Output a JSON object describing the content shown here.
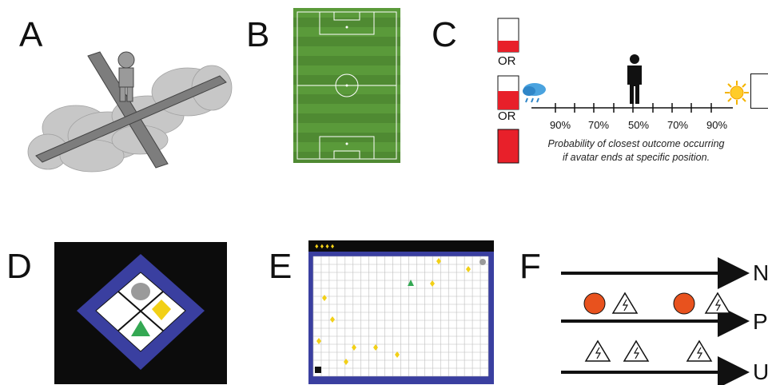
{
  "panels": {
    "a": {
      "letter": "A"
    },
    "b": {
      "letter": "B"
    },
    "c": {
      "letter": "C",
      "or_labels": [
        "OR",
        "OR"
      ],
      "scale_ticks": [
        "90%",
        "70%",
        "50%",
        "70%",
        "90%"
      ],
      "caption_line1": "Probability of closest outcome occurring",
      "caption_line2": "if avatar ends at specific position.",
      "fill_levels": [
        0.35,
        0.55,
        1.0
      ],
      "bar_color": "#e8202a"
    },
    "d": {
      "letter": "D",
      "border_color": "#3a3fa0",
      "gem_color": "#f2d017",
      "triangle_color": "#34a853"
    },
    "e": {
      "letter": "E",
      "gems_top": [
        "♦",
        "♦",
        "♦",
        "♦"
      ]
    },
    "f": {
      "letter": "F",
      "row_labels": [
        "N",
        "P",
        "U"
      ],
      "circle_color": "#e8521e"
    }
  }
}
